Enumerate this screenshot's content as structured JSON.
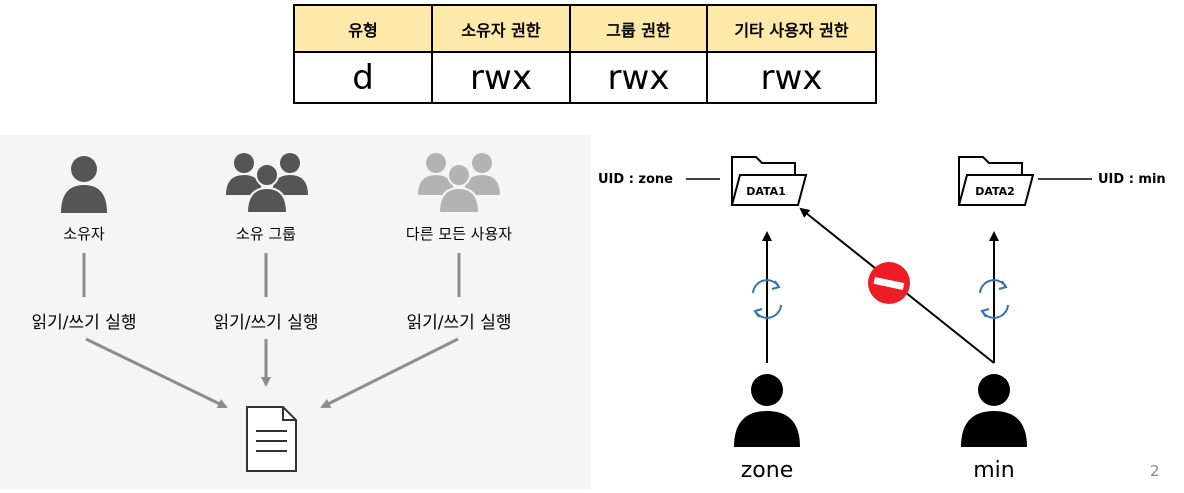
{
  "permission_table": {
    "headers": [
      "유형",
      "소유자 권한",
      "그룹 권한",
      "기타 사용자 권한"
    ],
    "values": [
      "d",
      "rwx",
      "rwx",
      "rwx"
    ],
    "header_bg": "#fde9a9"
  },
  "left": {
    "owner_label": "소유자",
    "group_label": "소유 그룹",
    "others_label": "다른 모든 사용자",
    "access_label_1": "읽기/쓰기 실행",
    "access_label_2": "읽기/쓰기 실행",
    "access_label_3": "읽기/쓰기 실행",
    "icons": [
      "user-icon",
      "group-icon",
      "users-group-icon",
      "document-icon"
    ],
    "colors": {
      "owner": "#555555",
      "group": "#555555",
      "others": "#b3b3b3",
      "arrow": "#8c8c8c"
    }
  },
  "right": {
    "folder1_label": "DATA1",
    "folder2_label": "DATA2",
    "uid_zone": "UID : zone",
    "uid_min": "UID : min",
    "user1": "zone",
    "user2": "min",
    "icons": [
      "folder-icon",
      "folder-icon",
      "sync-icon",
      "sync-icon",
      "no-entry-icon",
      "user-icon",
      "user-icon"
    ],
    "colors": {
      "sync": "#2e75b6",
      "deny": "#ee1c24",
      "user": "#000000"
    }
  },
  "page_number": "2"
}
